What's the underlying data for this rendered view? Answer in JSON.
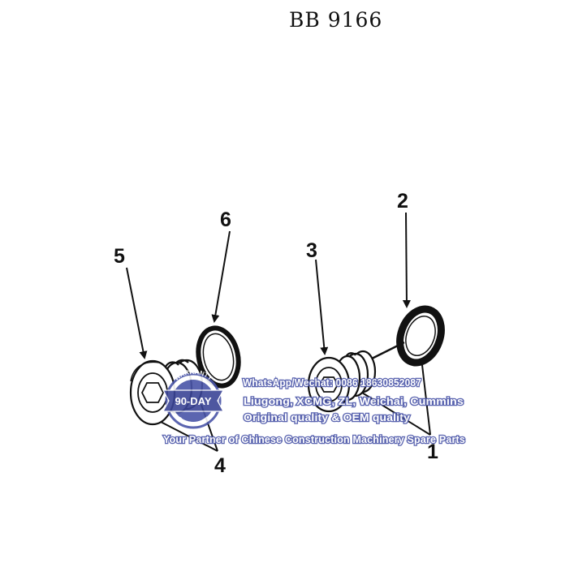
{
  "part_code": "BB 9166",
  "callouts": [
    "1",
    "2",
    "3",
    "4",
    "5",
    "6"
  ],
  "watermark": {
    "lines": [
      "WhatsApp/Wechat: 0086 18630852087",
      "Liugong, XCMG, ZL, Weichai, Cummins",
      "Original quality & OEM quality",
      "Your Partner of Chinese Construction Machinery Spare Parts"
    ],
    "badge_top": "WARRANTY",
    "badge_main": "90-DAY",
    "badge_bottom": "GUARANTEE",
    "color": "#4a55a8"
  }
}
